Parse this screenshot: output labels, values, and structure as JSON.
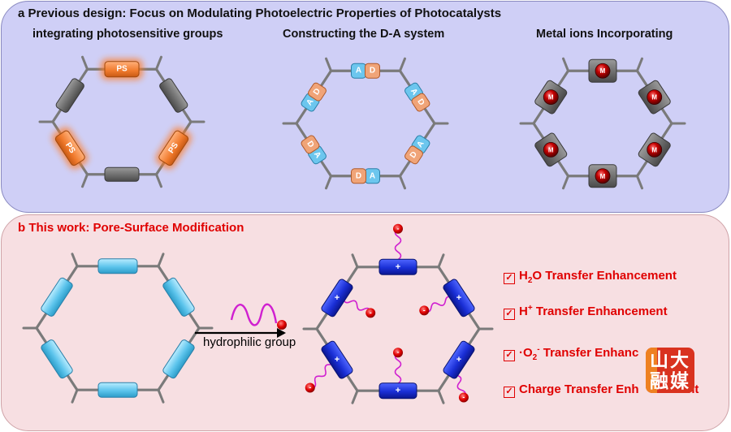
{
  "panel_a": {
    "label": "a  Previous design: Focus on Modulating Photoelectric Properties of Photocatalysts",
    "subtitles": [
      "integrating photosensitive groups",
      "Constructing the D-A system",
      "Metal ions Incorporating"
    ],
    "ps_label": "PS",
    "a_label": "A",
    "d_label": "D",
    "m_label": "M"
  },
  "panel_b": {
    "label": "b  This work: Pore-Surface Modification",
    "arrow_label": "hydrophilic group",
    "plus": "+",
    "minus": "-",
    "features": [
      {
        "prefix": "H",
        "sub": "2",
        "rest": "O Transfer Enhancement"
      },
      {
        "prefix": "H",
        "sup": "+",
        "rest": " Transfer Enhancement"
      },
      {
        "prefix": "·O",
        "sub": "2",
        "sup": "-",
        "rest": " Transfer Enhanc"
      },
      {
        "prefix": "Charge Transfer Enh",
        "rest": "ment"
      }
    ],
    "checkbox_glyph": "✓"
  },
  "watermark": {
    "line1": "山大",
    "line2": "融媒"
  },
  "colors": {
    "panel_a_bg": "#cfcff6",
    "panel_b_bg": "#f7dfe2",
    "ps_orange": "#f08a3c",
    "acceptor_blue": "#6cc6ee",
    "donor_orange": "#f0a478",
    "metal_red": "#a00000",
    "cyan_rect": "#6ccfee",
    "blue_rect": "#1a2fd6",
    "accent_red": "#e00000",
    "wave_magenta": "#d020d0"
  }
}
